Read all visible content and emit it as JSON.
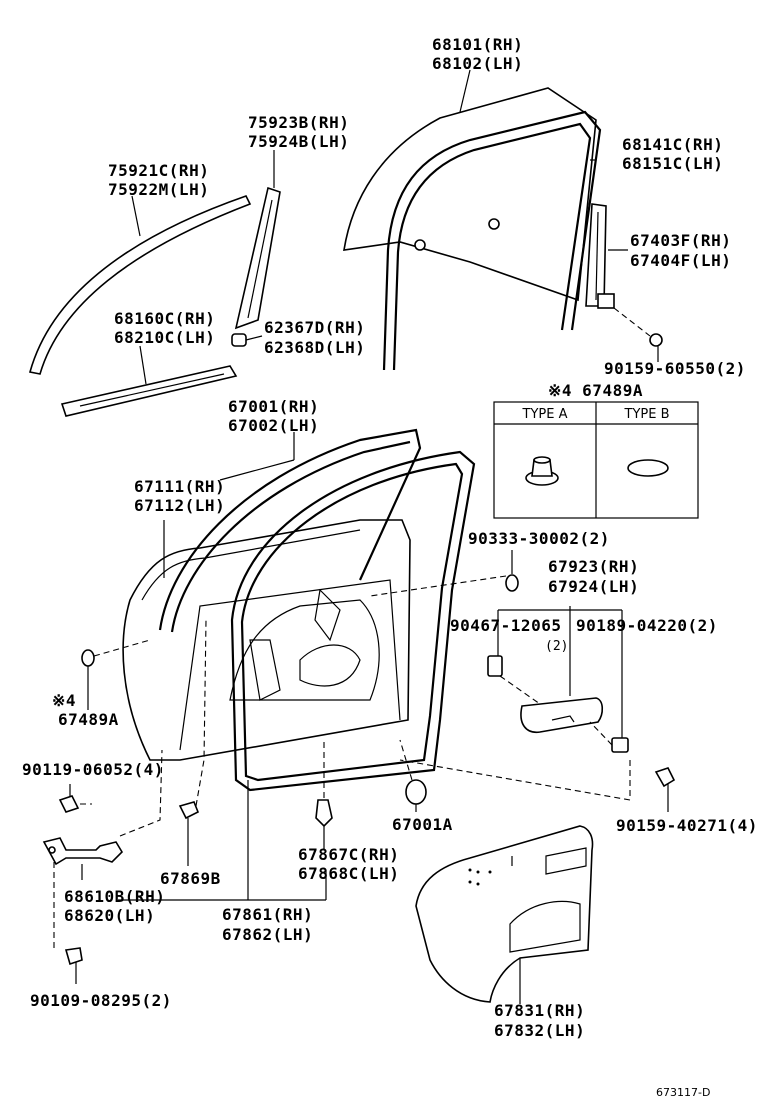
{
  "labels": {
    "glass": [
      "68101(RH)",
      "68102(LH)"
    ],
    "run_channel": [
      "68141C(RH)",
      "68151C(LH)"
    ],
    "division_bar": [
      "75923B(RH)",
      "75924B(LH)"
    ],
    "front_frame": [
      "75921C(RH)",
      "75922M(LH)"
    ],
    "rear_channel": [
      "67403F(RH)",
      "67404F(LH)"
    ],
    "belt_weatherstrip": [
      "68160C(RH)",
      "68210C(LH)"
    ],
    "clip_62367": [
      "62367D(RH)",
      "62368D(LH)"
    ],
    "screw_90159_60550": "90159-60550(2)",
    "door_panel": [
      "67001(RH)",
      "67002(LH)"
    ],
    "outer_weatherstrip": [
      "67111(RH)",
      "67112(LH)"
    ],
    "hole_plug_90333": "90333-30002(2)",
    "armrest": [
      "67923(RH)",
      "67924(LH)"
    ],
    "clip_90467": "90467-12065",
    "clip_90467_qty": "(2)",
    "clip_90189": "90189-04220(2)",
    "note_mark_left": "※4",
    "plug_67489a": "67489A",
    "bolt_90119": "90119-06052(4)",
    "screw_90159_40271": "90159-40271(4)",
    "plug_67001a": "67001A",
    "clip_67869b": "67869B",
    "clip_67867c": [
      "67867C(RH)",
      "67868C(LH)"
    ],
    "check_assy": [
      "68610B(RH)",
      "68620(LH)"
    ],
    "door_weatherstrip": [
      "67861(RH)",
      "67862(LH)"
    ],
    "bolt_90109": "90109-08295(2)",
    "trim_board": [
      "67831(RH)",
      "67832(LH)"
    ]
  },
  "table": {
    "title": "※4 67489A",
    "col_a": "TYPE A",
    "col_b": "TYPE B"
  },
  "ref_code": "673117-D"
}
